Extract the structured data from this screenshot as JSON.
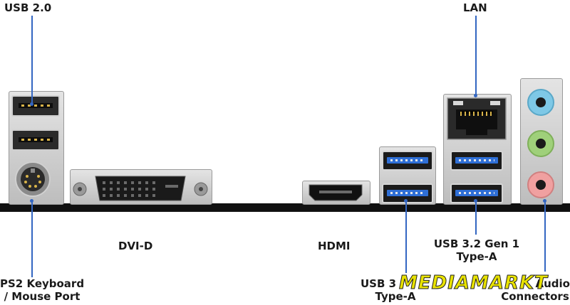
{
  "labels": {
    "usb20": "USB 2.0",
    "lan": "LAN",
    "dvi": "DVI-D",
    "hdmi": "HDMI",
    "usb32_line1": "USB 3.2 Gen 1",
    "usb32_line2": "Type-A",
    "ps2_line1": "PS2 Keyboard",
    "ps2_line2": "/ Mouse Port",
    "usb3b_line1": "USB 3",
    "usb3b_line2": "Type-A",
    "audio_line1": "Audio",
    "audio_line2": "Connectors"
  },
  "watermark": "MEDIAMARKT",
  "colors": {
    "leader": "#3366c2",
    "usb3": "#2f6fd6",
    "audio_blue": "#7ec8e6",
    "audio_green": "#9fd07a",
    "audio_pink": "#f0a0a0",
    "watermark": "#e8e200"
  }
}
